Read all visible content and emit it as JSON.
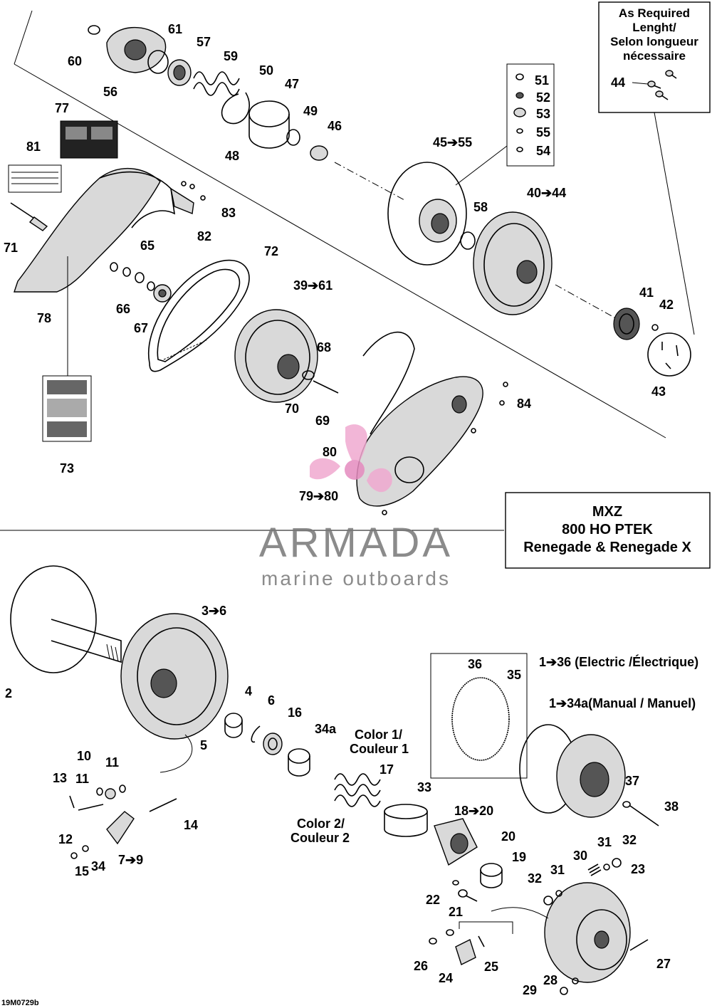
{
  "required_box": {
    "lines": [
      "As Required",
      "Lenght/",
      "Selon longueur",
      "nécessaire"
    ]
  },
  "model_box": {
    "lines": [
      "MXZ",
      "800 HO PTEK",
      "Renegade & Renegade X"
    ]
  },
  "watermark": {
    "name": "ARMADA",
    "tagline": "marine outboards"
  },
  "drawing_code": "19M0729b",
  "callouts": {
    "c60": "60",
    "c61": "61",
    "c57": "57",
    "c56": "56",
    "c59": "59",
    "c50": "50",
    "c47": "47",
    "c49": "49",
    "c48": "48",
    "c46": "46",
    "c77": "77",
    "c81": "81",
    "c71": "71",
    "c65": "65",
    "c66": "66",
    "c67": "67",
    "c78": "78",
    "c82": "82",
    "c83": "83",
    "c72": "72",
    "c73": "73",
    "c39_61": "39➔61",
    "c68": "68",
    "c70": "70",
    "c69": "69",
    "c45_55": "45➔55",
    "c51": "51",
    "c52": "52",
    "c53": "53",
    "c55": "55",
    "c54": "54",
    "c44": "44",
    "c40_44": "40➔44",
    "c58": "58",
    "c41": "41",
    "c42": "42",
    "c43": "43",
    "c84": "84",
    "c80": "80",
    "c79_80": "79➔80",
    "c2": "2",
    "c3_6": "3➔6",
    "c4": "4",
    "c6": "6",
    "c5": "5",
    "c16": "16",
    "c34a": "34a",
    "c10": "10",
    "c11a": "11",
    "c11b": "11",
    "c13": "13",
    "c12": "12",
    "c14": "14",
    "c7_9": "7➔9",
    "c15": "15",
    "c34": "34",
    "c17": "17",
    "c33": "33",
    "c18_20": "18➔20",
    "c20": "20",
    "c19": "19",
    "c22": "22",
    "c21": "21",
    "c36": "36",
    "c35": "35",
    "c1_36": "1➔36 (Electric /Électrique)",
    "c1_34a": "1➔34a(Manual / Manuel)",
    "c37": "37",
    "c38": "38",
    "c30": "30",
    "c31a": "31",
    "c31b": "31",
    "c32a": "32",
    "c32b": "32",
    "c23": "23",
    "c26": "26",
    "c24": "24",
    "c25": "25",
    "c27": "27",
    "c28": "28",
    "c29": "29",
    "color1_a": "Color 1/",
    "color1_b": "Couleur 1",
    "color2_a": "Color 2/",
    "color2_b": "Couleur 2"
  }
}
